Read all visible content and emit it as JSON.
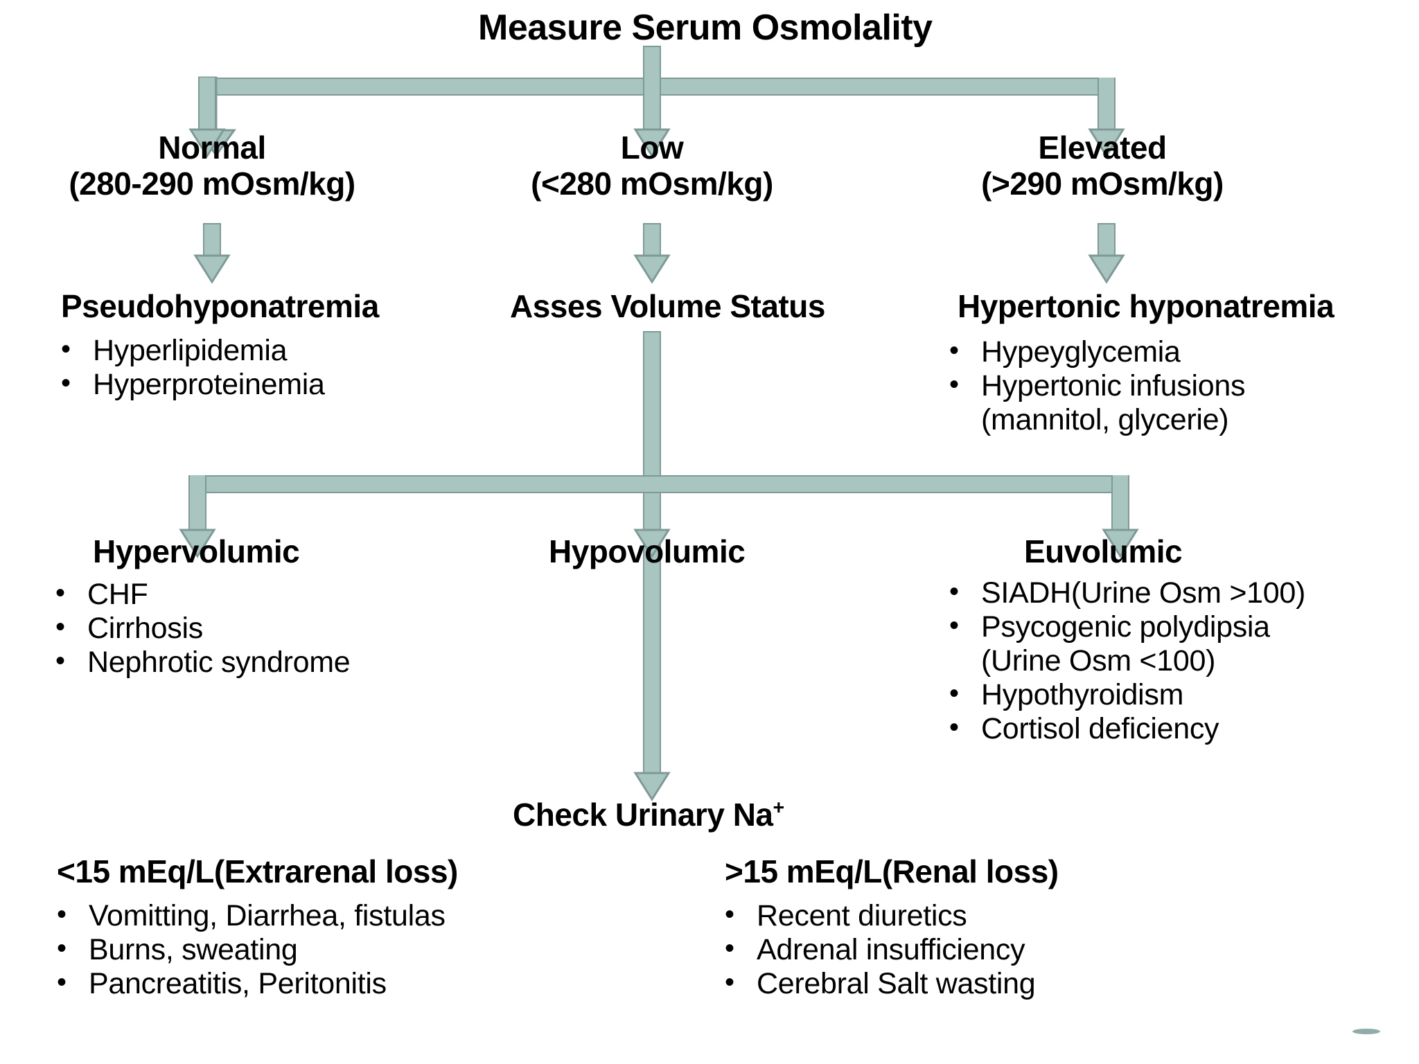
{
  "diagram": {
    "title": "Measure Serum Osmolality",
    "branches": [
      {
        "label": "Normal",
        "range": "(280-290 mOsm/kg)"
      },
      {
        "label": "Low",
        "range": "(<280 mOsm/kg)"
      },
      {
        "label": "Elevated",
        "range": "(>290 mOsm/kg)"
      }
    ],
    "level2": {
      "normal": {
        "heading": "Pseudohyponatremia",
        "items": [
          "Hyperlipidemia",
          "Hyperproteinemia"
        ]
      },
      "low": {
        "heading": "Asses Volume Status"
      },
      "elevated": {
        "heading": "Hypertonic hyponatremia",
        "items": [
          "Hypeyglycemia",
          "Hypertonic infusions"
        ],
        "item_continuation": "(mannitol, glycerie)"
      }
    },
    "volume_status": {
      "hypervolumic": {
        "heading": "Hypervolumic",
        "items": [
          "CHF",
          "Cirrhosis",
          "Nephrotic syndrome"
        ]
      },
      "hypovolumic": {
        "heading": "Hypovolumic"
      },
      "euvolumic": {
        "heading": "Euvolumic",
        "items": [
          "SIADH(Urine Osm >100)",
          "Psycogenic polydipsia",
          "Hypothyroidism",
          "Cortisol deficiency"
        ],
        "item_continuation": "(Urine Osm <100)"
      }
    },
    "urinary_na": {
      "heading_prefix": "Check Urinary Na",
      "heading_superscript": "+",
      "extrarenal": {
        "heading": "<15 mEq/L(Extrarenal loss)",
        "items": [
          "Vomitting, Diarrhea, fistulas",
          "Burns, sweating",
          "Pancreatitis, Peritonitis"
        ]
      },
      "renal": {
        "heading": ">15 mEq/L(Renal loss)",
        "items": [
          "Recent diuretics",
          "Adrenal insufficiency",
          "Cerebral Salt wasting"
        ]
      }
    },
    "colors": {
      "arrow_fill": "#a9c5c0",
      "arrow_stroke": "#7d9a96",
      "text": "#000000",
      "background": "#ffffff"
    }
  }
}
